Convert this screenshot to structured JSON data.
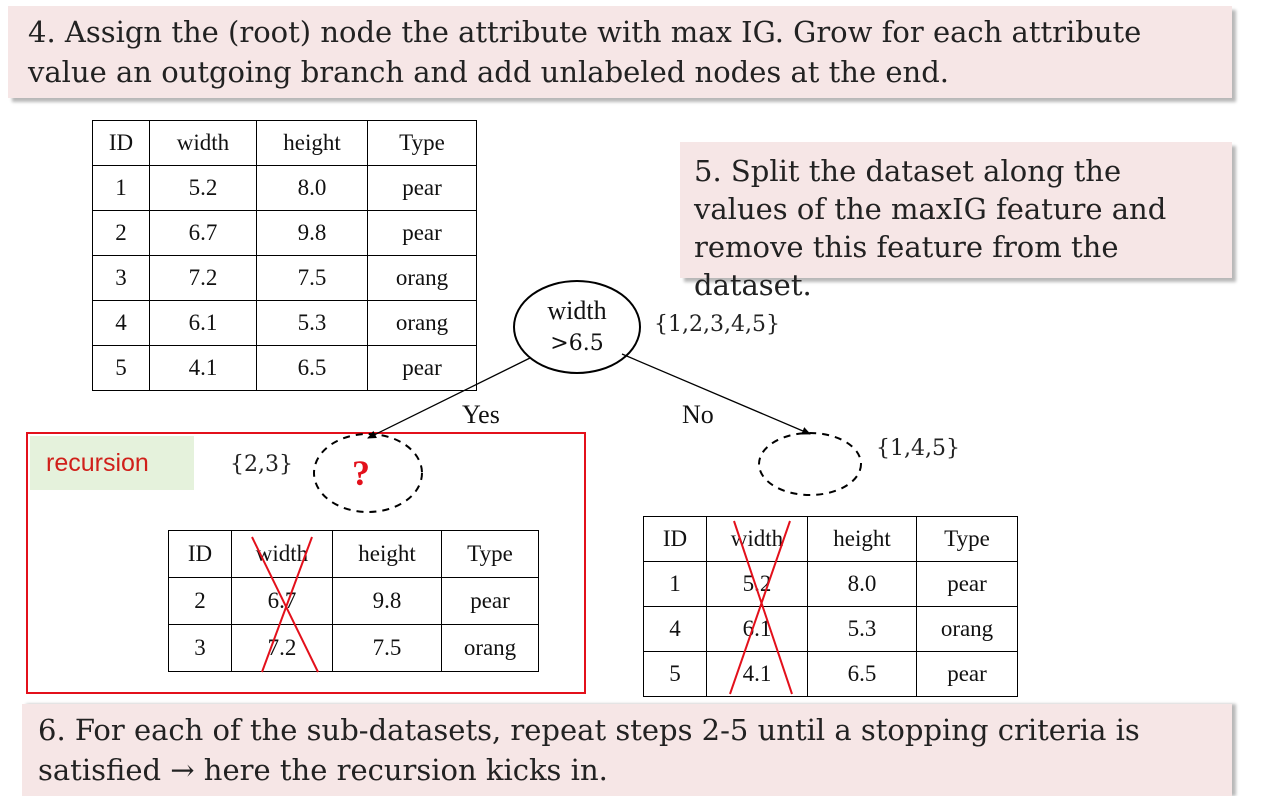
{
  "notes": {
    "step4": "4. Assign the (root) node the attribute with max IG. Grow for each attribute value an outgoing branch and add unlabeled nodes at the end.",
    "step5": "5. Split the dataset along the values of the maxIG feature and remove this feature from the dataset.",
    "step6": "6. For each of the sub-datasets, repeat steps 2-5 until a stopping criteria is satisfied → here the recursion kicks in."
  },
  "main_table": {
    "headers": [
      "ID",
      "width",
      "height",
      "Type"
    ],
    "rows": [
      [
        "1",
        "5.2",
        "8.0",
        "pear"
      ],
      [
        "2",
        "6.7",
        "9.8",
        "pear"
      ],
      [
        "3",
        "7.2",
        "7.5",
        "orang"
      ],
      [
        "4",
        "6.1",
        "5.3",
        "orang"
      ],
      [
        "5",
        "4.1",
        "6.5",
        "pear"
      ]
    ]
  },
  "tree": {
    "root_line1": "width",
    "root_line2": ">6.5",
    "root_set": "{1,2,3,4,5}",
    "yes_label": "Yes",
    "no_label": "No",
    "yes_set": "{2,3}",
    "no_set": "{1,4,5}",
    "question": "?"
  },
  "recursion_label": "recursion",
  "yes_table": {
    "headers": [
      "ID",
      "width",
      "height",
      "Type"
    ],
    "rows": [
      [
        "2",
        "6.7",
        "9.8",
        "pear"
      ],
      [
        "3",
        "7.2",
        "7.5",
        "orang"
      ]
    ]
  },
  "no_table": {
    "headers": [
      "ID",
      "width",
      "height",
      "Type"
    ],
    "rows": [
      [
        "1",
        "5.2",
        "8.0",
        "pear"
      ],
      [
        "4",
        "6.1",
        "5.3",
        "orang"
      ],
      [
        "5",
        "4.1",
        "6.5",
        "pear"
      ]
    ]
  },
  "colors": {
    "note_bg": "#f6e6e6",
    "red": "#e3101b",
    "recursion_bg": "#e5f2dc"
  }
}
